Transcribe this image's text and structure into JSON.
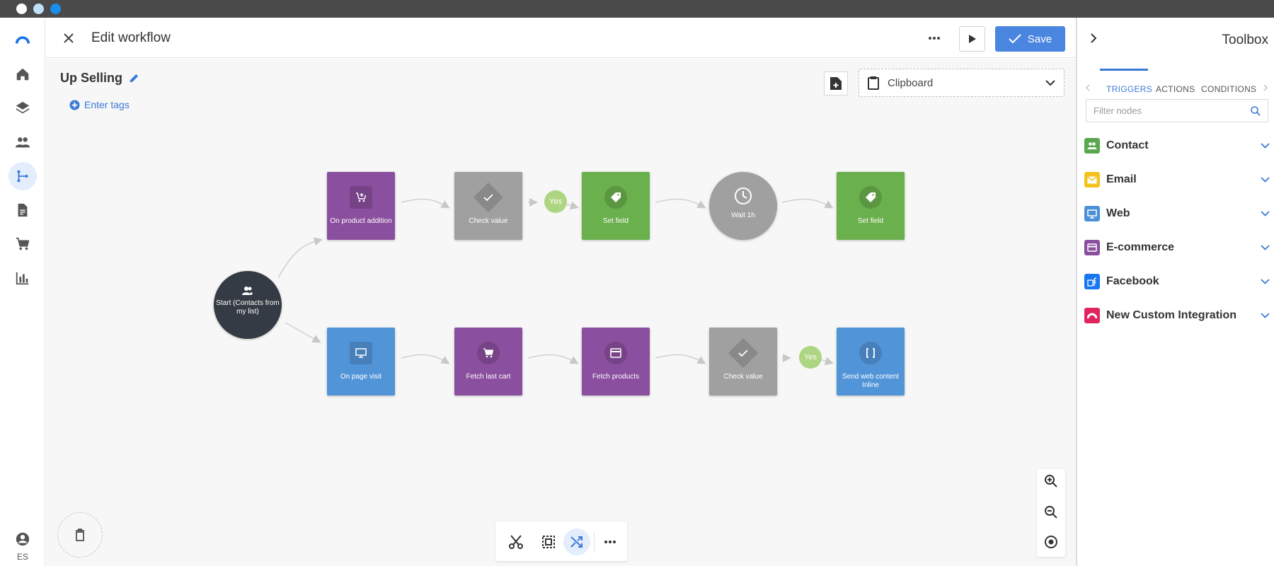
{
  "window": {
    "dot_colors": [
      "#ffffff",
      "#bfe0f7",
      "#1a8ee8"
    ]
  },
  "nav": {
    "items": [
      "logo-icon",
      "home-icon",
      "layers-icon",
      "contacts-icon",
      "workflow-icon",
      "document-icon",
      "cart-icon",
      "chart-icon"
    ],
    "active": "workflow-icon",
    "language": "ES"
  },
  "header": {
    "title": "Edit workflow",
    "save_label": "Save"
  },
  "workflow": {
    "name": "Up Selling",
    "tags_label": "Enter tags",
    "clipboard_label": "Clipboard"
  },
  "nodes": {
    "start": "Start (Contacts from my list)",
    "top": [
      "On product addition",
      "Check value",
      "Set field",
      "Wait 1h",
      "Set field"
    ],
    "bottom": [
      "On page visit",
      "Fetch last cart",
      "Fetch products",
      "Check value",
      "Send web content Inline"
    ],
    "yes_label": "Yes"
  },
  "colors": {
    "purple": "#8a4f9e",
    "gray": "#a0a0a0",
    "green": "#6ab04c",
    "blue": "#5294d8",
    "dark": "#353b44",
    "accent": "#4a86e0"
  },
  "toolbox": {
    "title": "Toolbox",
    "tabs": [
      "TRIGGERS",
      "ACTIONS",
      "CONDITIONS"
    ],
    "active_tab": "TRIGGERS",
    "filter_placeholder": "Filter nodes",
    "categories": [
      {
        "label": "Contact",
        "color": "#5aa84e"
      },
      {
        "label": "Email",
        "color": "#f4c21f"
      },
      {
        "label": "Web",
        "color": "#4a90d9"
      },
      {
        "label": "E-commerce",
        "color": "#8a4f9e"
      },
      {
        "label": "Facebook",
        "color": "#1877f2"
      },
      {
        "label": "New Custom Integration",
        "color": "#e0245e"
      }
    ]
  }
}
